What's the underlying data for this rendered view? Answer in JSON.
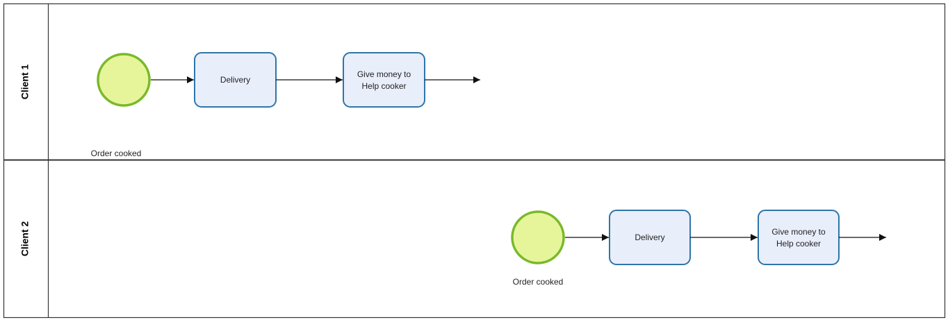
{
  "colors": {
    "pool_border": "#333333",
    "start_event_fill": "#e6f59a",
    "start_event_stroke": "#79b92a",
    "task_fill": "#e9eefb",
    "task_stroke": "#2e75a8",
    "flow": "#111111"
  },
  "lanes": [
    {
      "title": "Client 1",
      "start_event": {
        "label": "Order cooked"
      },
      "tasks": [
        {
          "lines": [
            "Delivery"
          ]
        },
        {
          "lines": [
            "Give money to",
            "Help cooker"
          ]
        }
      ]
    },
    {
      "title": "Client 2",
      "start_event": {
        "label": "Order cooked"
      },
      "tasks": [
        {
          "lines": [
            "Delivery"
          ]
        },
        {
          "lines": [
            "Give money to",
            "Help cooker"
          ]
        }
      ]
    }
  ]
}
